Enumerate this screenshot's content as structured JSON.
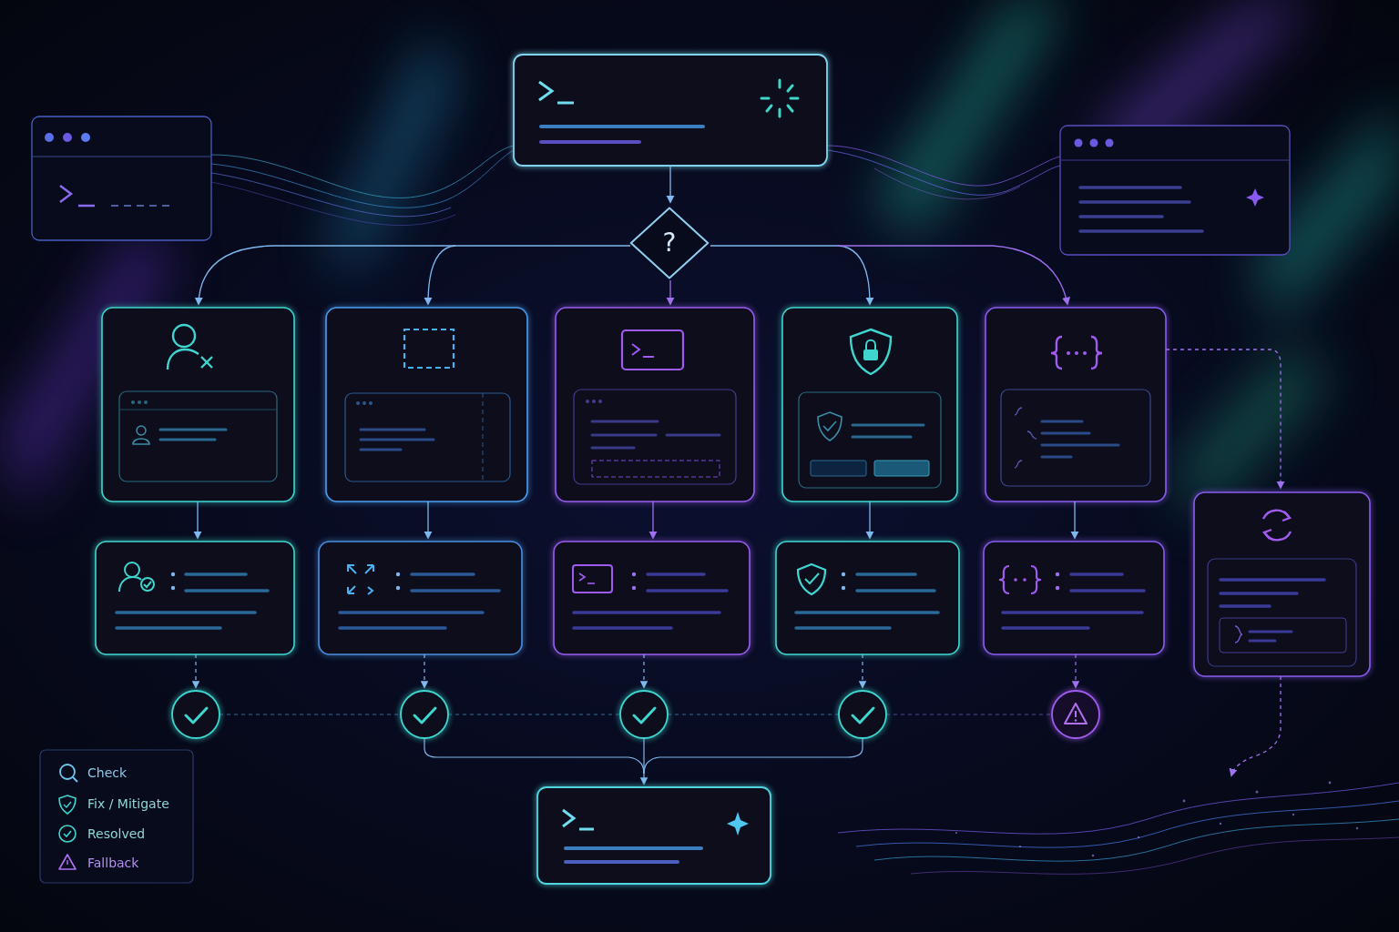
{
  "diagram": {
    "nodes": [
      {
        "text": [
          "?"
        ]
      }
    ],
    "legend": [
      {
        "text": "Check"
      },
      {
        "text": "Fix / Mitigate"
      },
      {
        "text": "Resolved"
      },
      {
        "text": "Fallback"
      }
    ]
  }
}
